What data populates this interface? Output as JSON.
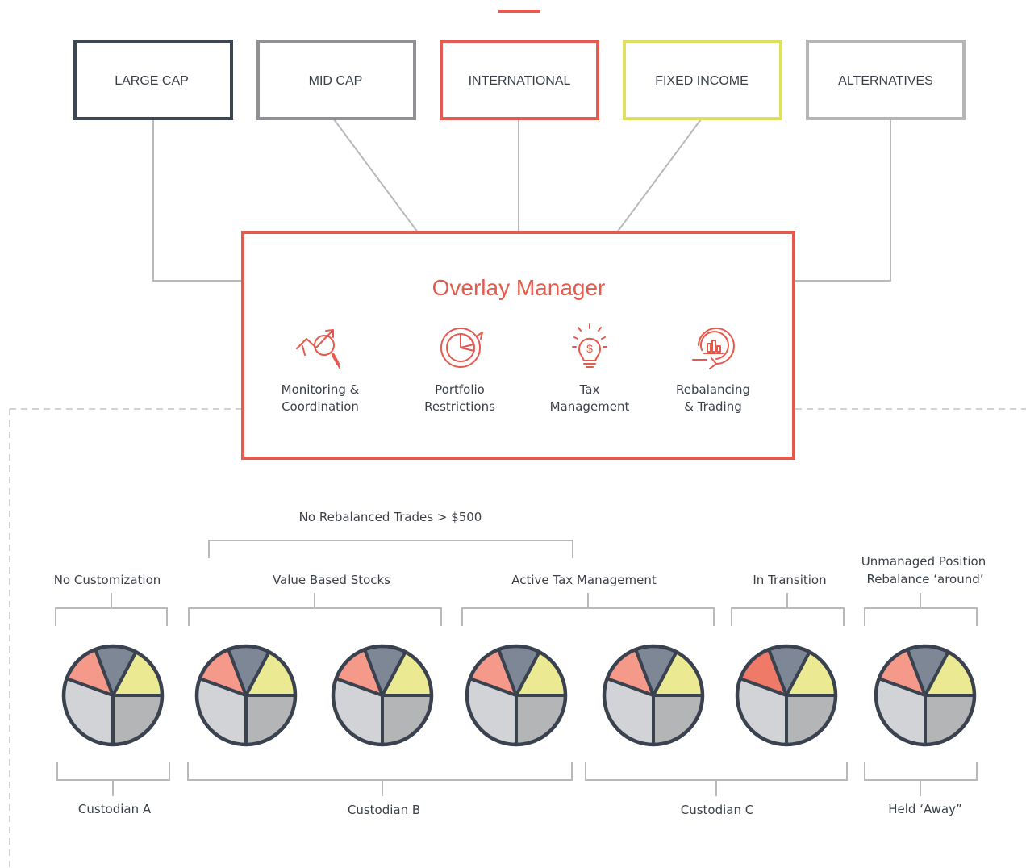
{
  "asset_classes": [
    {
      "label": "LARGE CAP",
      "color": "#3d4653"
    },
    {
      "label": "MID CAP",
      "color": "#8f9094"
    },
    {
      "label": "INTERNATIONAL",
      "color": "#e55a4e"
    },
    {
      "label": "FIXED INCOME",
      "color": "#dfe060"
    },
    {
      "label": "ALTERNATIVES",
      "color": "#b5b5b7"
    }
  ],
  "overlay": {
    "title": "Overlay Manager",
    "color": "#e55a4e",
    "functions": [
      {
        "icon": "magnifier-chart-icon",
        "line1": "Monitoring &",
        "line2": "Coordination"
      },
      {
        "icon": "pie-target-icon",
        "line1": "Portfolio",
        "line2": "Restrictions"
      },
      {
        "icon": "lightbulb-dollar-icon",
        "line1": "Tax",
        "line2": "Management"
      },
      {
        "icon": "rebalance-cycle-icon",
        "line1": "Rebalancing",
        "line2": "& Trading"
      }
    ]
  },
  "rule_label": "No Rebalanced Trades > $500",
  "strategy_labels": [
    {
      "line1": "No Customization"
    },
    {
      "line1": "Value Based Stocks"
    },
    {
      "line1": "Active Tax Management"
    },
    {
      "line1": "In Transition"
    },
    {
      "line1": "Unmanaged Position",
      "line2": "Rebalance ‘around’"
    }
  ],
  "custodian_labels": [
    "Custodian A",
    "Custodian B",
    "Custodian C",
    "Held ‘Away”"
  ],
  "colors": {
    "salmon": "#f5998a",
    "salmon_dark": "#ef7a67",
    "slate": "#7e8796",
    "yellow": "#ebea92",
    "light_gray": "#d1d3d6",
    "mid_gray": "#b4b5b7",
    "outline": "#3a4250",
    "connector": "#b9b9b9"
  }
}
